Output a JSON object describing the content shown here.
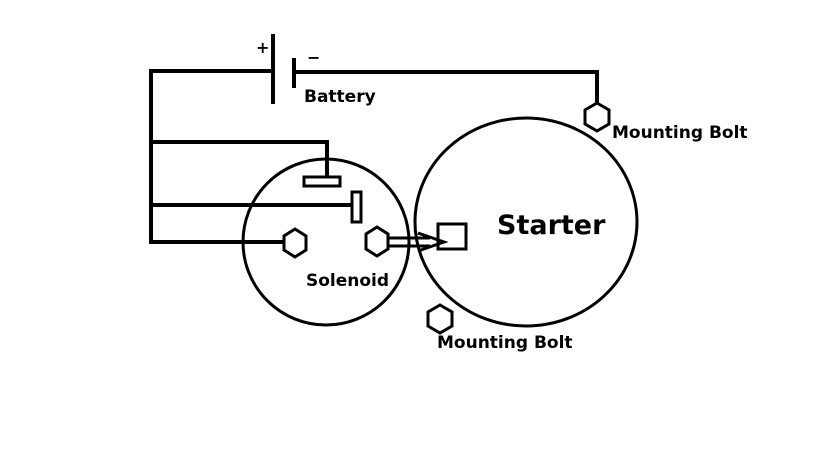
{
  "labels": {
    "plus": "+",
    "minus": "−",
    "battery": "Battery",
    "mounting_bolt_top": "Mounting Bolt",
    "starter": "Starter",
    "solenoid": "Solenoid",
    "mounting_bolt_bottom": "Mounting Bolt"
  },
  "icons": {
    "battery": "battery-symbol-icon",
    "bolt": "hex-bolt-icon",
    "terminal": "terminal-tab-icon",
    "arrow": "connector-arrow-icon"
  },
  "colors": {
    "line": "#000000",
    "background": "#ffffff"
  }
}
